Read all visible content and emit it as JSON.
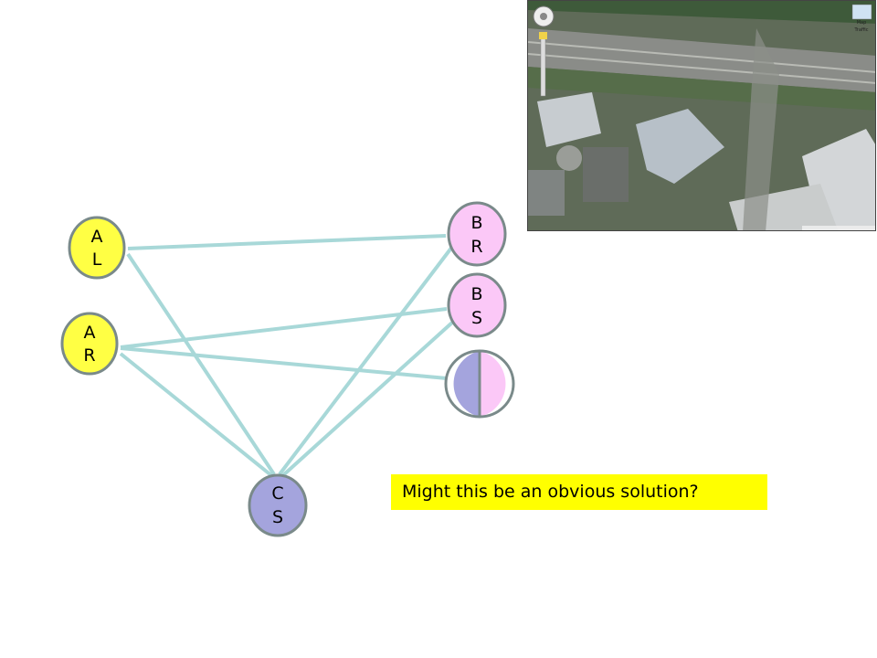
{
  "nodes": [
    {
      "id": "AL",
      "line1": "A",
      "line2": "L",
      "fill": "#ffff44"
    },
    {
      "id": "AR",
      "line1": "A",
      "line2": "R",
      "fill": "#ffff44"
    },
    {
      "id": "BR",
      "line1": "B",
      "line2": "R",
      "fill": "#fbc8f7"
    },
    {
      "id": "BS",
      "line1": "B",
      "line2": "S",
      "fill": "#fbc8f7"
    },
    {
      "id": "CS",
      "line1": "C",
      "line2": "S",
      "fill": "#a4a4dd"
    },
    {
      "id": "split",
      "left_fill": "#a4a4dd",
      "right_fill": "#fbc8f7"
    }
  ],
  "edges": [
    [
      "AL",
      "BR"
    ],
    [
      "AL",
      "CS"
    ],
    [
      "AR",
      "BS"
    ],
    [
      "AR",
      "split"
    ],
    [
      "AR",
      "CS"
    ],
    [
      "BR",
      "CS"
    ],
    [
      "BS",
      "CS"
    ]
  ],
  "colors": {
    "edge": "#a8d8d8",
    "node_border": "#7a8a8a",
    "callout_bg": "#ffff00"
  },
  "callout": {
    "text": "Might this be an obvious solution?"
  },
  "map_widget": {
    "map_label": "Map",
    "traffic_label": "Traffic"
  }
}
